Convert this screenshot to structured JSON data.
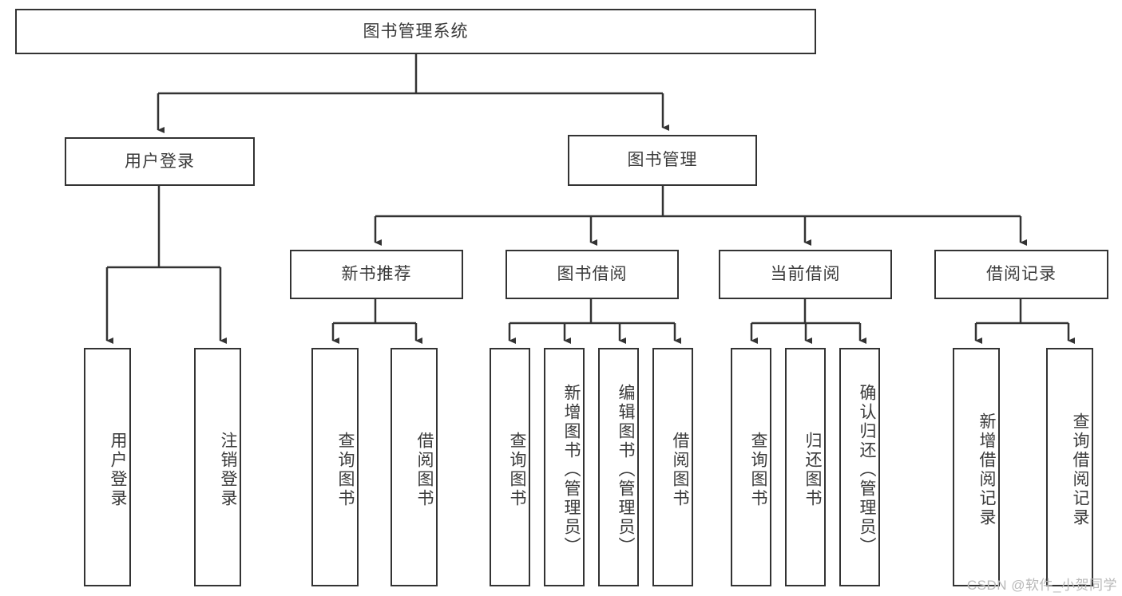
{
  "diagram": {
    "title": "图书管理系统",
    "watermark": "CSDN @软件_小贺同学",
    "line_color": "#333333",
    "text_color": "#3a3a3a",
    "background": "#ffffff",
    "root": {
      "label": "图书管理系统"
    },
    "level2": [
      {
        "label": "用户登录"
      },
      {
        "label": "图书管理"
      }
    ],
    "level3": [
      {
        "label": "新书推荐"
      },
      {
        "label": "图书借阅"
      },
      {
        "label": "当前借阅"
      },
      {
        "label": "借阅记录"
      }
    ],
    "leaves": {
      "user_login": [
        {
          "label": "用户登录"
        },
        {
          "label": "注销登录"
        }
      ],
      "new_book_recommend": [
        {
          "label": "查询图书"
        },
        {
          "label": "借阅图书"
        }
      ],
      "book_borrow": [
        {
          "label": "查询图书"
        },
        {
          "label": "新增图书（管理员）"
        },
        {
          "label": "编辑图书（管理员）"
        },
        {
          "label": "借阅图书"
        }
      ],
      "current_borrow": [
        {
          "label": "查询图书"
        },
        {
          "label": "归还图书"
        },
        {
          "label": "确认归还（管理员）"
        }
      ],
      "borrow_record": [
        {
          "label": "新增借阅记录"
        },
        {
          "label": "查询借阅记录"
        }
      ]
    }
  }
}
